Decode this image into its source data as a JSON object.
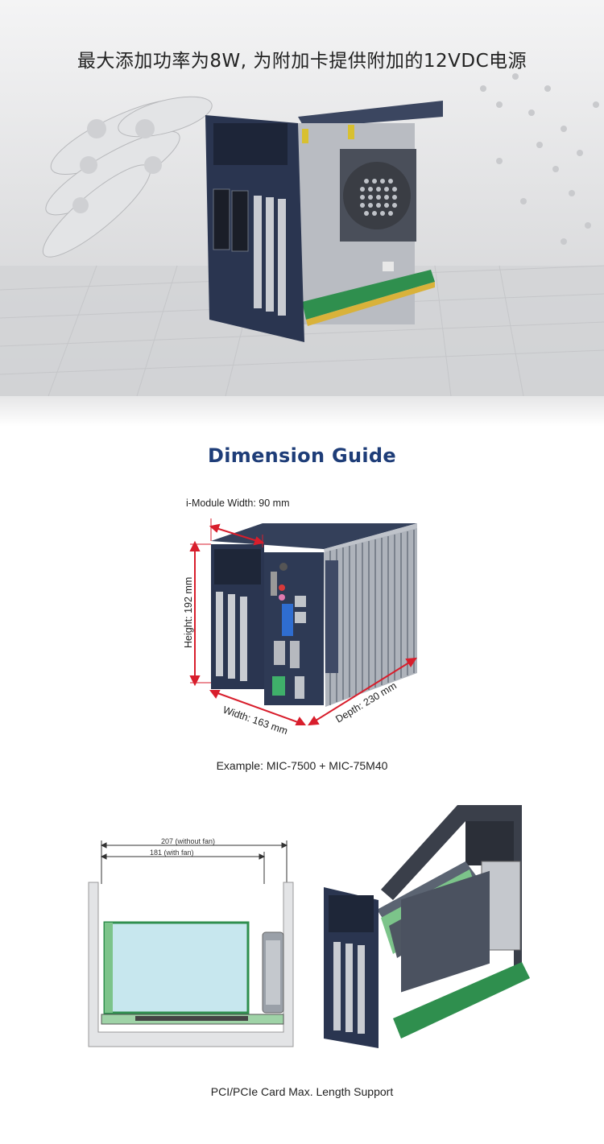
{
  "hero": {
    "title": "最大添加功率为8W, 为附加卡提供附加的12VDC电源"
  },
  "dimension_guide": {
    "title": "Dimension Guide",
    "labels": {
      "module_width": "i-Module Width: 90 mm",
      "height": "Height: 192 mm",
      "width": "Width: 163 mm",
      "depth": "Depth: 230 mm"
    },
    "caption": "Example: MIC-7500 + MIC-75M40"
  },
  "card_support": {
    "without_fan": "207 (without fan)",
    "with_fan": "181 (with fan)",
    "caption": "PCI/PCIe Card Max. Length Support"
  },
  "colors": {
    "heading": "#1e3d78",
    "dimension_arrow": "#d81e2c",
    "chassis": "#2a3550",
    "pcb": "#2f8f4e"
  }
}
